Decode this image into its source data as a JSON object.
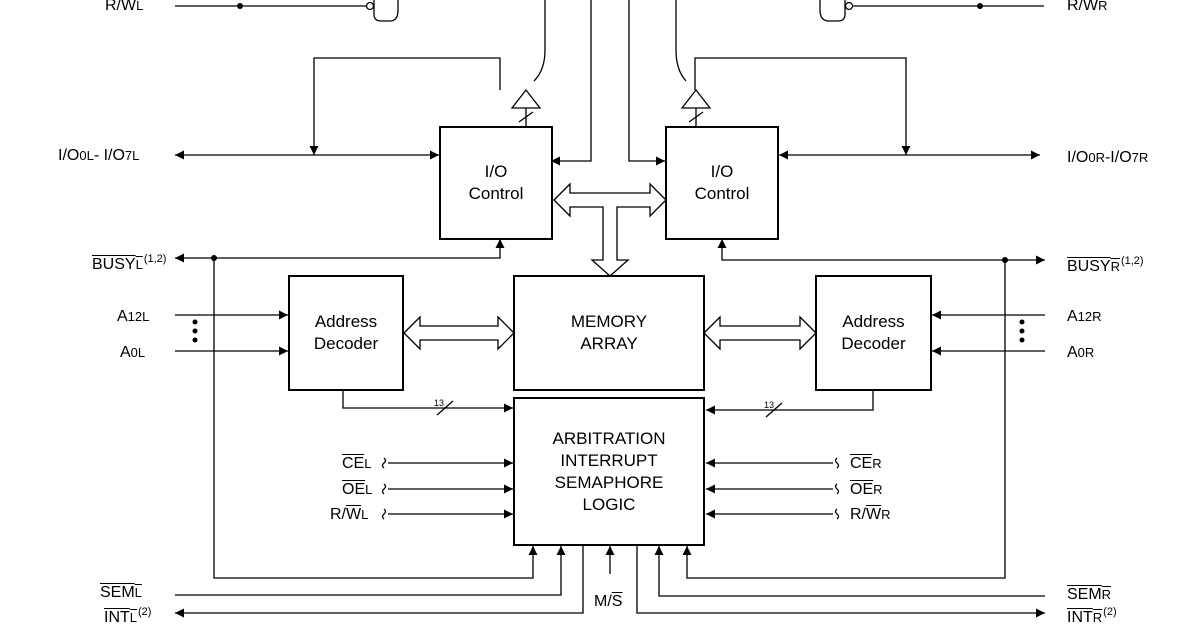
{
  "blocks": {
    "io_left": [
      "I/O",
      "Control"
    ],
    "io_right": [
      "I/O",
      "Control"
    ],
    "memory": [
      "MEMORY",
      "ARRAY"
    ],
    "addr_left": [
      "Address",
      "Decoder"
    ],
    "addr_right": [
      "Address",
      "Decoder"
    ],
    "arbitration": [
      "ARBITRATION",
      "INTERRUPT",
      "SEMAPHORE",
      "LOGIC"
    ]
  },
  "signals": {
    "rw_top_left": {
      "base": "R/",
      "over": "W",
      "sub": "L"
    },
    "rw_top_right": {
      "base": "R/",
      "over": "W",
      "sub": "R"
    },
    "io_left": {
      "a": "I/O",
      "a_sub": "0L",
      "mid": "- I/O",
      "b_sub": "7L"
    },
    "io_right": {
      "a": "I/O",
      "a_sub": "0R",
      "mid": "-I/O",
      "b_sub": "7R"
    },
    "busy_left": {
      "over": "BUSY",
      "sub": "L",
      "sup": "(1,2)"
    },
    "busy_right": {
      "over": "BUSY",
      "sub": "R",
      "sup": "(1,2)"
    },
    "a12_left": {
      "base": "A",
      "sub": "12L"
    },
    "a0_left": {
      "base": "A",
      "sub": "0L"
    },
    "a12_right": {
      "base": "A",
      "sub": "12R"
    },
    "a0_right": {
      "base": "A",
      "sub": "0R"
    },
    "ce_left": {
      "over": "CE",
      "sub": "L"
    },
    "oe_left": {
      "over": "OE",
      "sub": "L"
    },
    "rw_left": {
      "base": "R/",
      "over": "W",
      "sub": "L"
    },
    "ce_right": {
      "over": "CE",
      "sub": "R"
    },
    "oe_right": {
      "over": "OE",
      "sub": "R"
    },
    "rw_right": {
      "base": "R/",
      "over": "W",
      "sub": "R"
    },
    "sem_left": {
      "over": "SEM",
      "sub": "L"
    },
    "int_left": {
      "over": "INT",
      "sub": "L",
      "sup": "(2)"
    },
    "sem_right": {
      "over": "SEM",
      "sub": "R"
    },
    "int_right": {
      "over": "INT",
      "sub": "R",
      "sup": "(2)"
    },
    "ms": {
      "base": "M/",
      "over": "S"
    }
  },
  "bus_widths": {
    "left": "13",
    "right": "13"
  },
  "colors": {
    "line": "#000000",
    "background": "#ffffff"
  }
}
